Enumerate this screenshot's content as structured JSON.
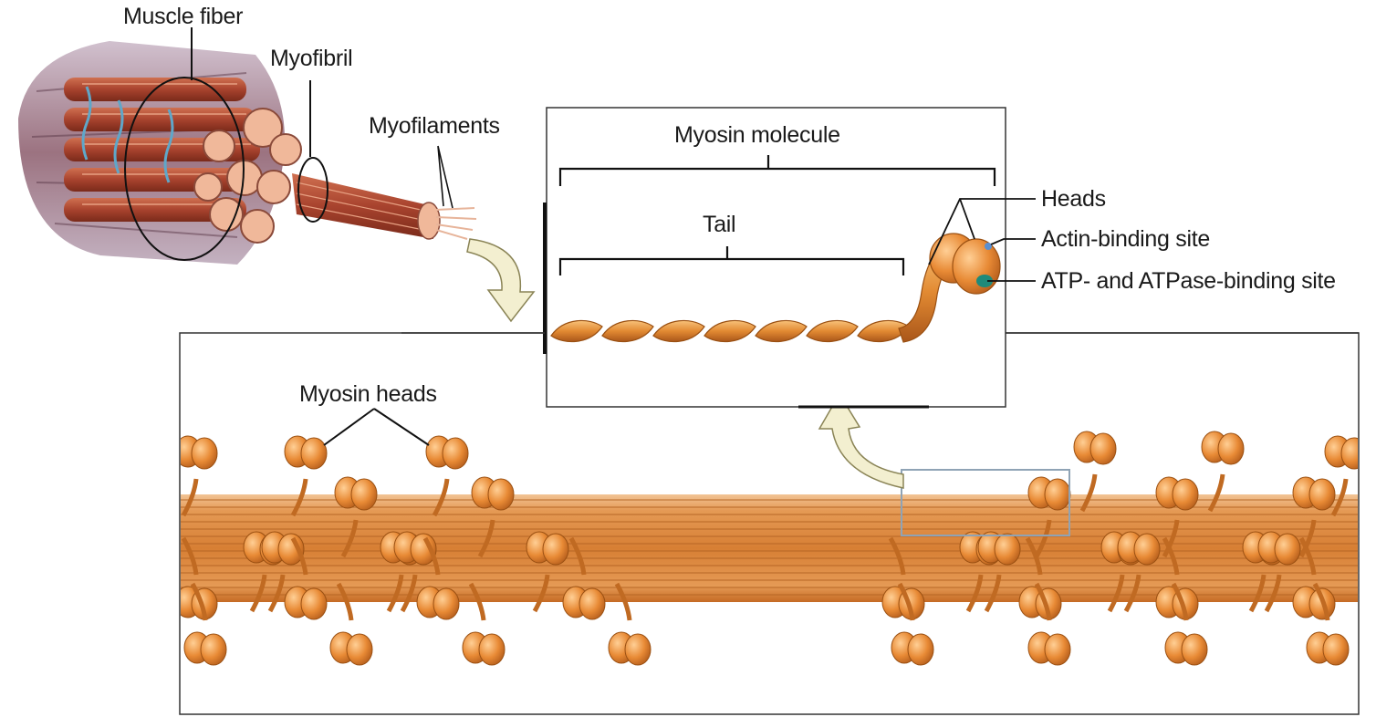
{
  "labels": {
    "muscle_fiber": "Muscle fiber",
    "myofibril": "Myofibril",
    "myofilaments": "Myofilaments",
    "myosin_molecule": "Myosin molecule",
    "tail": "Tail",
    "heads": "Heads",
    "actin_binding_site": "Actin-binding site",
    "atp_binding_site": "ATP- and ATPase-binding site",
    "myosin_heads": "Myosin heads"
  },
  "colors": {
    "filament_orange": "#e08a3a",
    "filament_dark": "#b8601c",
    "filament_light": "#f4b070",
    "fiber_red": "#a8432e",
    "fiber_pink": "#f0b89a",
    "arrow_fill": "#f3efd0",
    "actin_site": "#5a8fd0",
    "atp_site": "#1f8a7a"
  }
}
